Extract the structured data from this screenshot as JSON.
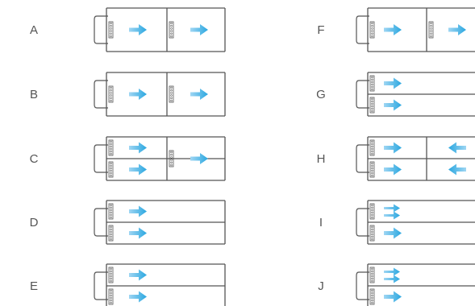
{
  "colors": {
    "arrow": "#2aa7e0",
    "line": "#555555",
    "label": "#555555",
    "background": "#ffffff"
  },
  "configs": [
    {
      "label": "A",
      "lanes": 1,
      "split": true,
      "arrows": [
        [
          1
        ],
        [
          1
        ]
      ]
    },
    {
      "label": "B",
      "lanes": 1,
      "split": true,
      "arrows": [
        [
          1
        ],
        [
          1
        ]
      ]
    },
    {
      "label": "C",
      "lanes": 2,
      "split": true,
      "arrows": [
        [
          1,
          1
        ],
        [
          1
        ]
      ]
    },
    {
      "label": "D",
      "lanes": 2,
      "split": false,
      "arrows": [
        [
          1,
          1
        ]
      ]
    },
    {
      "label": "E",
      "lanes": 2,
      "split": false,
      "arrows": [
        [
          1,
          1
        ]
      ]
    },
    {
      "label": "F",
      "lanes": 1,
      "split": true,
      "arrows": [
        [
          1
        ],
        [
          1
        ]
      ]
    },
    {
      "label": "G",
      "lanes": 2,
      "split": false,
      "arrows": [
        [
          1,
          1
        ]
      ]
    },
    {
      "label": "H",
      "lanes": 2,
      "split": true,
      "arrows": [
        [
          1,
          1
        ],
        [
          -1,
          -1
        ]
      ]
    },
    {
      "label": "I",
      "lanes": 2,
      "split": false,
      "arrows": [
        [
          2,
          1
        ]
      ]
    },
    {
      "label": "J",
      "lanes": 2,
      "split": false,
      "arrows": [
        [
          2,
          1
        ]
      ]
    }
  ]
}
